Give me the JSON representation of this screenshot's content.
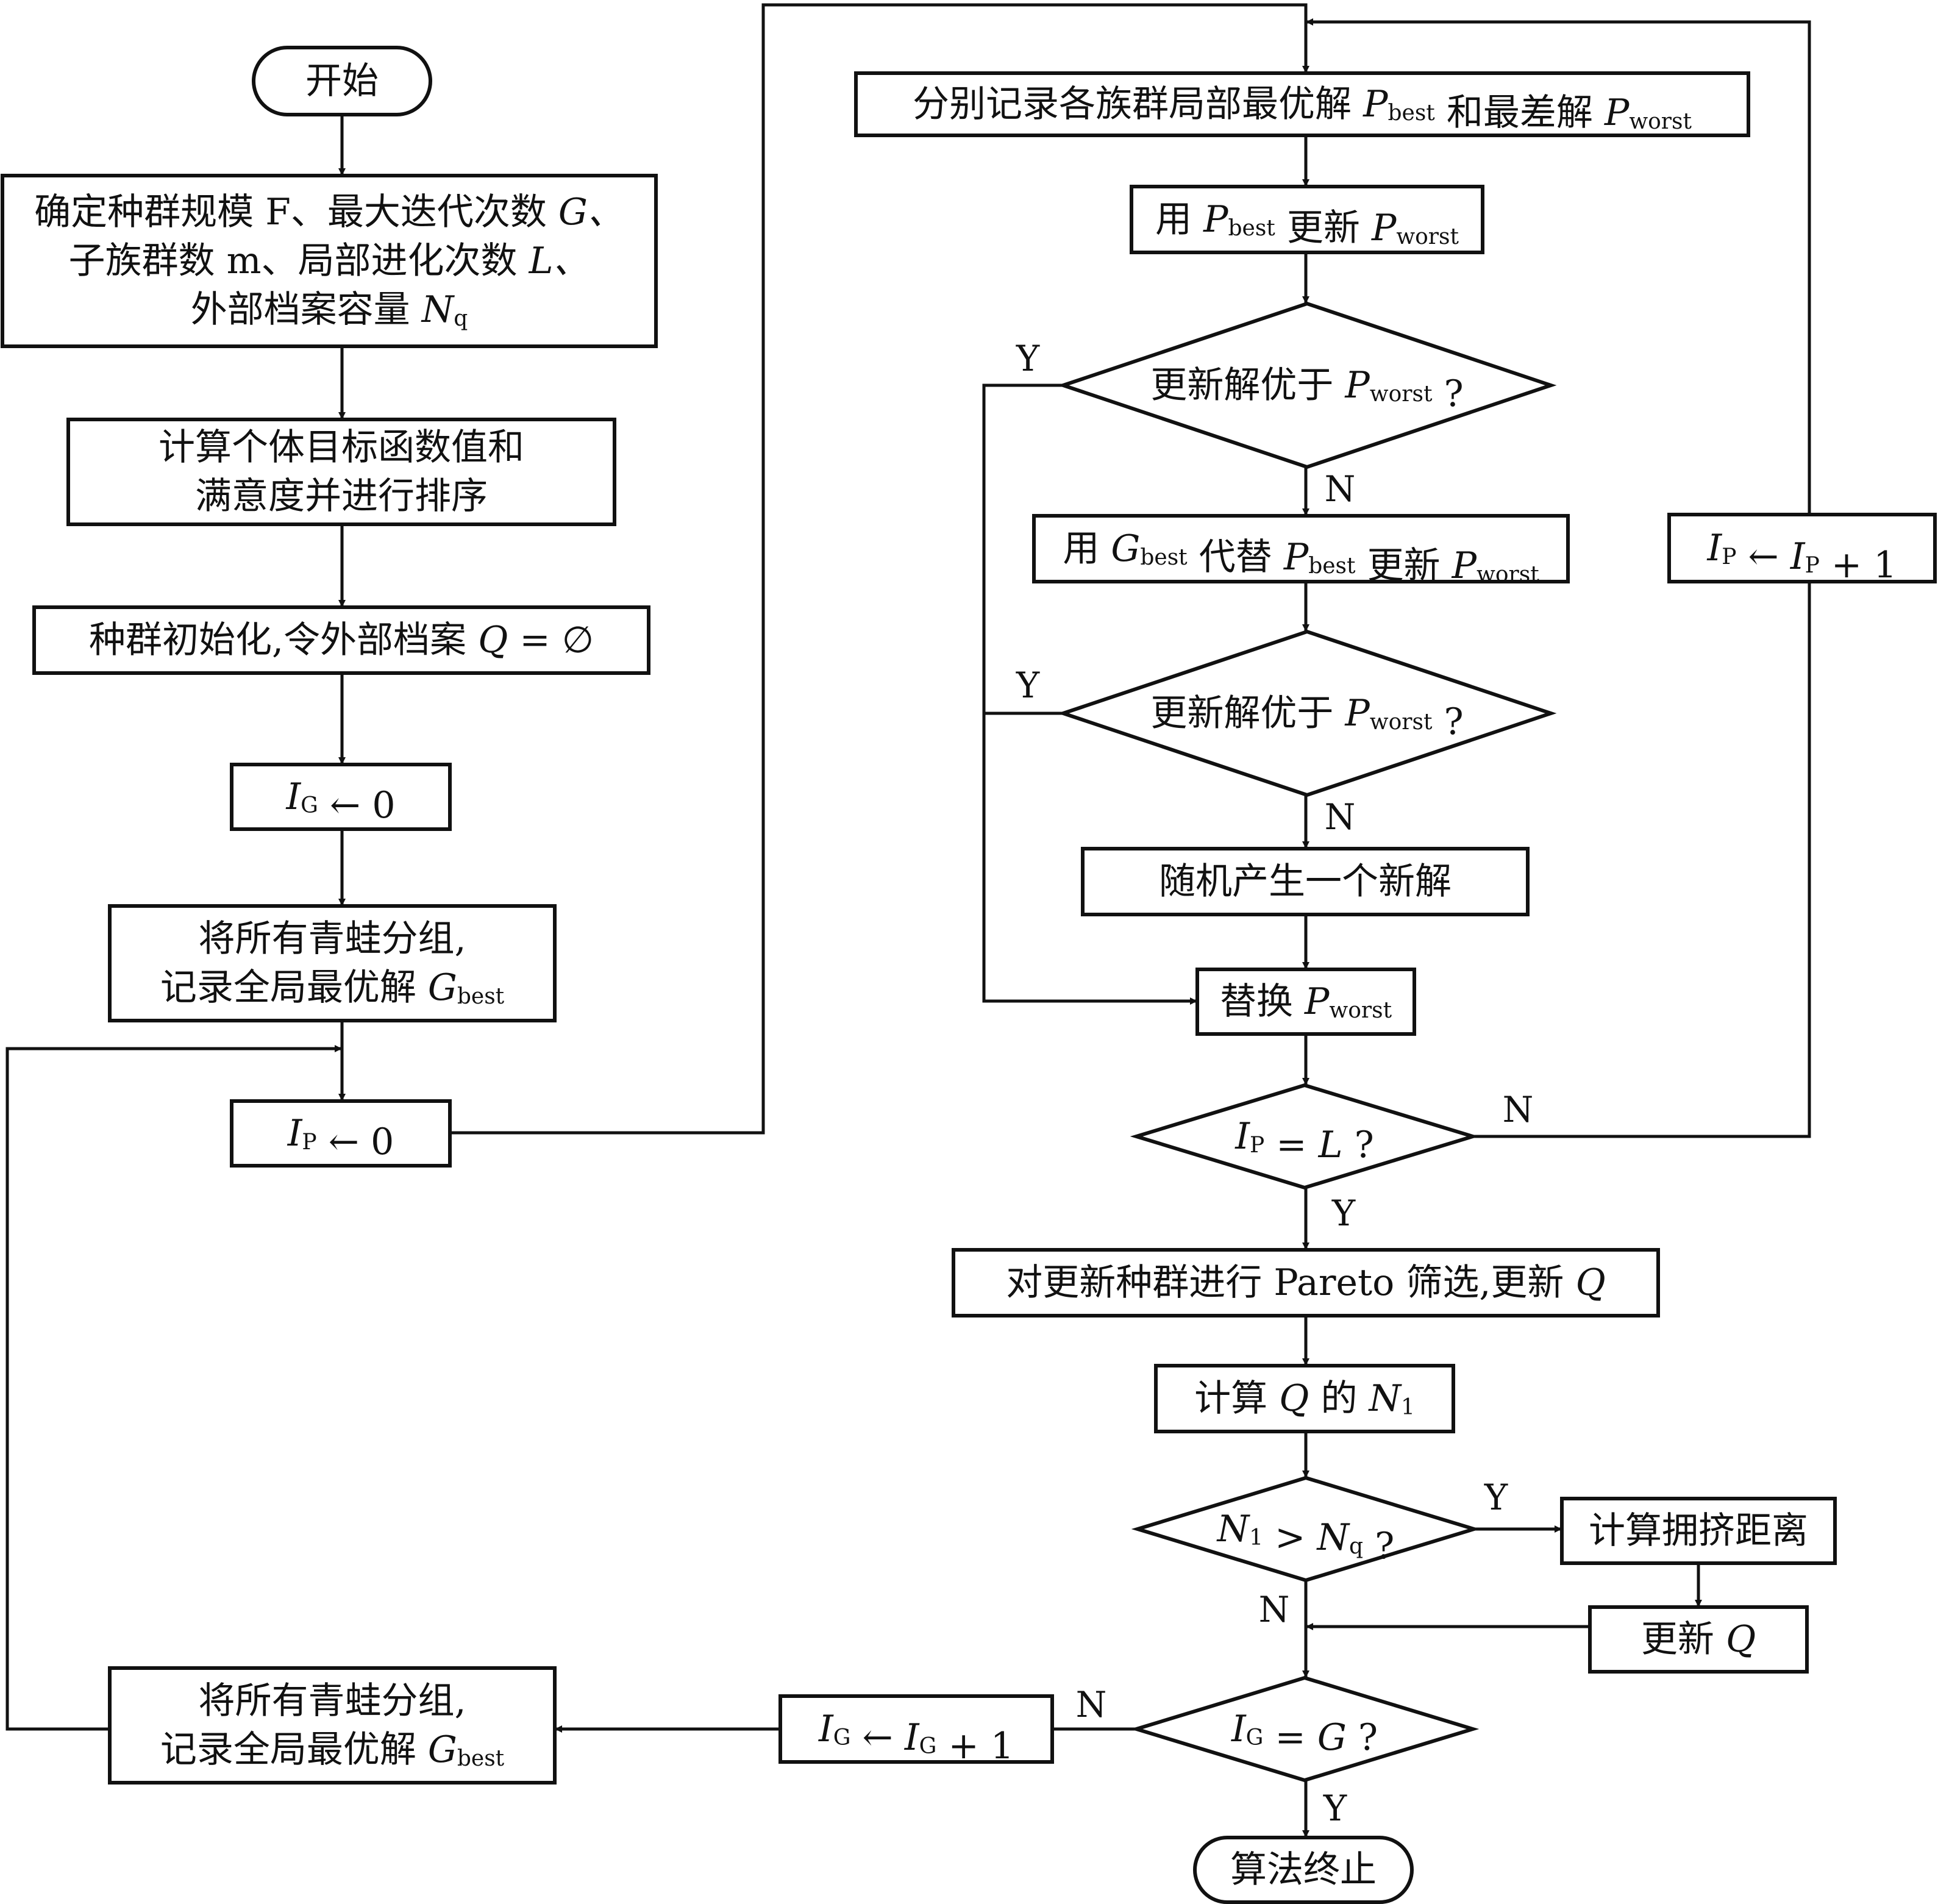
{
  "nodes": {
    "start": "开始",
    "init_params": [
      "确定种群规模 F、最大迭代次数 G、",
      "子族群数 m、局部进化次数 L、",
      "外部档案容量 Nq"
    ],
    "calc_objective": [
      "计算个体目标函数值和",
      "满意度并进行排序"
    ],
    "pop_init": "种群初始化,令外部档案 Q = ∅",
    "ig_zero": "IG ← 0",
    "group_frogs_1": [
      "将所有青蛙分组,",
      "记录全局最优解 Gbest"
    ],
    "ip_zero": "IP ← 0",
    "record_best_worst": "分别记录各族群局部最优解 Pbest 和最差解 Pworst",
    "update_with_pbest": "用 Pbest 更新 Pworst",
    "decision_better_1": "更新解优于 Pworst ?",
    "update_with_gbest": "用 Gbest 代替 Pbest 更新 Pworst",
    "decision_better_2": "更新解优于 Pworst ?",
    "random_solution": "随机产生一个新解",
    "replace_worst": "替换 Pworst",
    "decision_ip_l": "IP = L ?",
    "ip_increment": "IP ← IP + 1",
    "pareto_filter": "对更新种群进行 Pareto 筛选,更新 Q",
    "calc_n1": "计算 Q 的 N1",
    "decision_n1_nq": "N1 > Nq ?",
    "crowding_distance": "计算拥挤距离",
    "update_q": "更新 Q",
    "decision_ig_g": "IG = G ?",
    "ig_increment": "IG ← IG + 1",
    "group_frogs_2": [
      "将所有青蛙分组,",
      "记录全局最优解 Gbest"
    ],
    "end": "算法终止"
  },
  "edge_labels": {
    "yes": "Y",
    "no": "N"
  }
}
